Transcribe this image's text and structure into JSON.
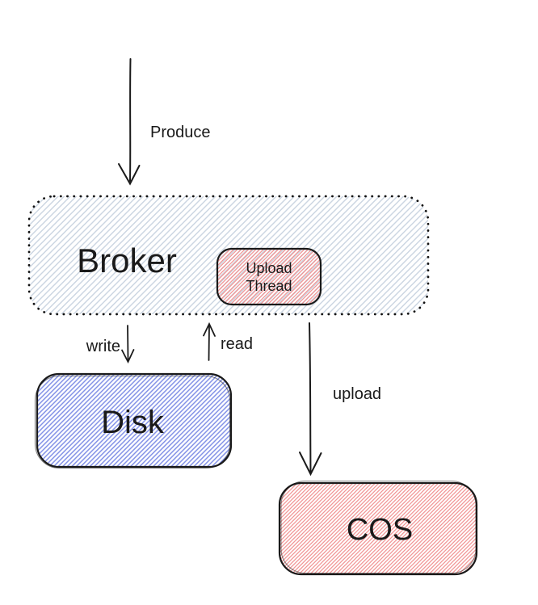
{
  "diagram": {
    "nodes": {
      "broker": {
        "label": "Broker"
      },
      "upload_thread": {
        "label": "Upload Thread",
        "line1": "Upload",
        "line2": "Thread"
      },
      "disk": {
        "label": "Disk"
      },
      "cos": {
        "label": "COS"
      }
    },
    "edges": {
      "produce": {
        "label": "Produce",
        "from": "external",
        "to": "broker"
      },
      "write": {
        "label": "write",
        "from": "broker",
        "to": "disk"
      },
      "read": {
        "label": "read",
        "from": "disk",
        "to": "broker"
      },
      "upload": {
        "label": "upload",
        "from": "upload_thread",
        "to": "cos"
      }
    },
    "colors": {
      "background": "#ffffff",
      "stroke": "#1a1a1a",
      "broker_hatch": "#ccd6e2",
      "disk_hatch": "#8190e6",
      "red_hatch": "#f08c8c"
    }
  }
}
